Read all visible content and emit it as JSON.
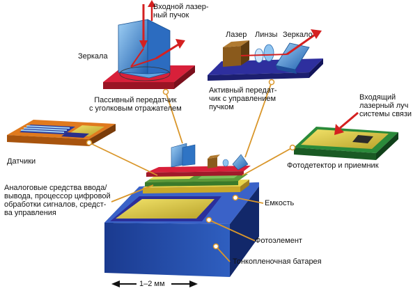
{
  "labels": {
    "input_beam": "Входной лазер-\nный пучок",
    "mirrors": "Зеркала",
    "passive_tx": "Пассивный передатчик\nс уголковым отражателем",
    "laser": "Лазер",
    "lenses": "Линзы",
    "mirror": "Зеркало",
    "active_tx": "Активный передат-\nчик с управлением\nпучком",
    "incoming_beam": "Входящий\nлазерный луч\nсистемы связи",
    "sensors": "Датчики",
    "photodetector": "Фотодетектор и приемник",
    "analog": "Аналоговые средства ввода/\nвывода, процессор цифровой\nобработки сигналов, средст-\nва управления",
    "capacitor": "Емкость",
    "solar_cell": "Фотоэлемент",
    "battery": "Тонкопленочная батарея",
    "scale": "1–2 мм"
  },
  "colors": {
    "beam": "#d42020",
    "leader": "#d9962a",
    "base_blue": "#1a3f9a",
    "red_plate": "#d8203a",
    "orange_plate": "#e07a1e",
    "green_plate": "#2a8a3a",
    "mirror_blue": "#3f8fd8",
    "yellow": "#e8d44a"
  }
}
